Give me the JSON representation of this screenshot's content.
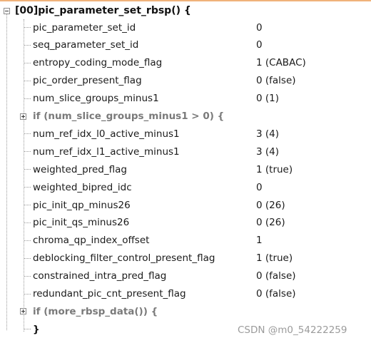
{
  "root": {
    "label": "[00]pic_parameter_set_rbsp() {"
  },
  "rows": [
    {
      "kind": "field",
      "name": "pic_parameter_set_id",
      "value": "0"
    },
    {
      "kind": "field",
      "name": "seq_parameter_set_id",
      "value": "0"
    },
    {
      "kind": "field",
      "name": "entropy_coding_mode_flag",
      "value": "1 (CABAC)"
    },
    {
      "kind": "field",
      "name": "pic_order_present_flag",
      "value": "0 (false)"
    },
    {
      "kind": "field",
      "name": "num_slice_groups_minus1",
      "value": "0 (1)"
    },
    {
      "kind": "branch",
      "name": "if (num_slice_groups_minus1 > 0) {",
      "value": ""
    },
    {
      "kind": "field",
      "name": "num_ref_idx_l0_active_minus1",
      "value": "3 (4)"
    },
    {
      "kind": "field",
      "name": "num_ref_idx_l1_active_minus1",
      "value": "3 (4)"
    },
    {
      "kind": "field",
      "name": "weighted_pred_flag",
      "value": "1 (true)"
    },
    {
      "kind": "field",
      "name": "weighted_bipred_idc",
      "value": "0"
    },
    {
      "kind": "field",
      "name": "pic_init_qp_minus26",
      "value": "0 (26)"
    },
    {
      "kind": "field",
      "name": "pic_init_qs_minus26",
      "value": "0 (26)"
    },
    {
      "kind": "field",
      "name": "chroma_qp_index_offset",
      "value": "1"
    },
    {
      "kind": "field",
      "name": "deblocking_filter_control_present_flag",
      "value": "1 (true)"
    },
    {
      "kind": "field",
      "name": "constrained_intra_pred_flag",
      "value": "0 (false)"
    },
    {
      "kind": "field",
      "name": "redundant_pic_cnt_present_flag",
      "value": "0 (false)"
    },
    {
      "kind": "branch",
      "name": "if (more_rbsp_data()) {",
      "value": ""
    },
    {
      "kind": "close",
      "name": "}",
      "value": ""
    }
  ],
  "watermark": "CSDN @m0_54222259",
  "colors": {
    "accent": "#f0b27a",
    "branch_text": "#7a7a7a",
    "watermark": "#9b9b9b"
  }
}
